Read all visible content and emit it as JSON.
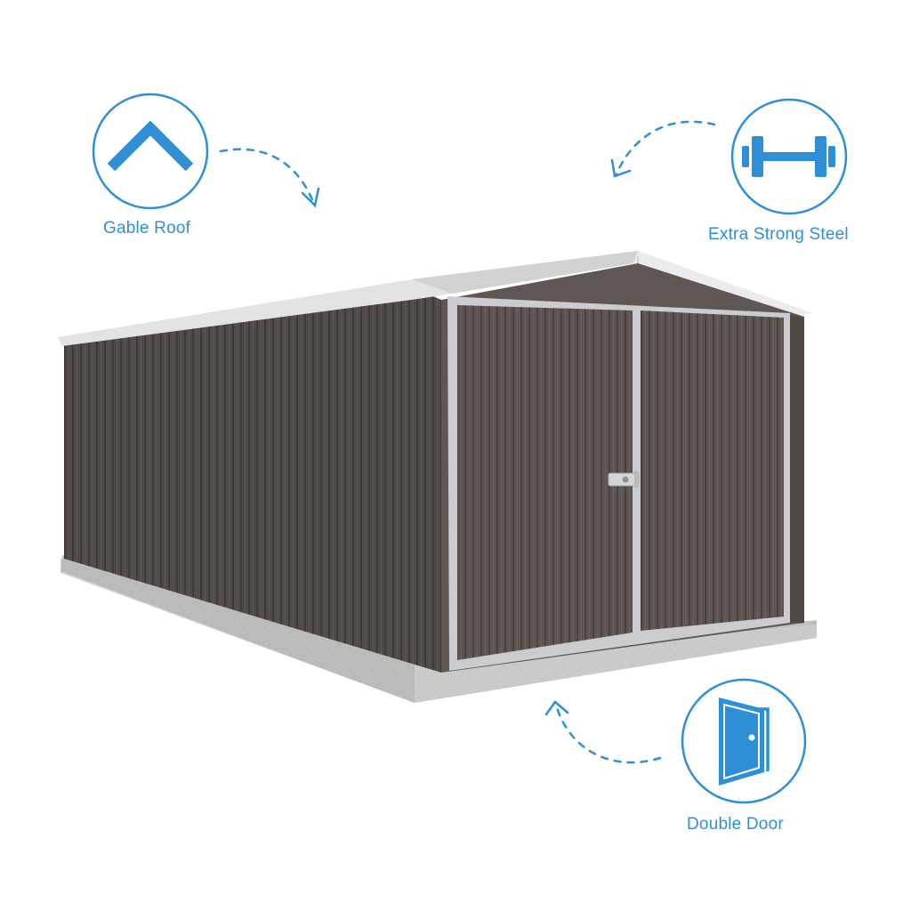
{
  "colors": {
    "accent": "#2f8fd6",
    "shed_wall": "#5a5350",
    "shed_wall_dark": "#4b4542",
    "roof": "#d9d9d9",
    "trim": "#c8c9cb",
    "slab": "#c4c4c2"
  },
  "features": [
    {
      "id": "gable-roof",
      "label": "Gable Roof",
      "icon": "gable-roof-icon"
    },
    {
      "id": "extra-strong-steel",
      "label": "Extra Strong Steel",
      "icon": "dumbbell-icon"
    },
    {
      "id": "double-door",
      "label": "Double Door",
      "icon": "door-icon"
    }
  ]
}
